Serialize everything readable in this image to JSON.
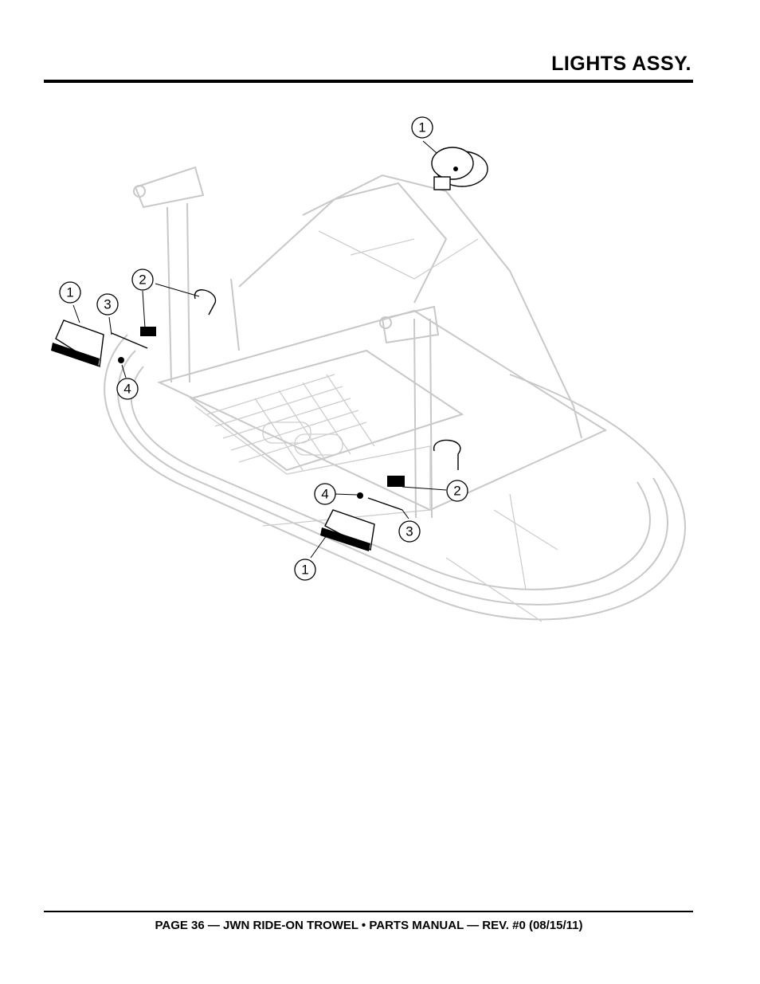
{
  "header": {
    "title": "LIGHTS ASSY."
  },
  "footer": {
    "text": "PAGE 36 — JWN RIDE-ON TROWEL • PARTS MANUAL — REV. #0 (08/15/11)"
  },
  "callouts": [
    "1",
    "2",
    "3",
    "4",
    "1",
    "2",
    "3",
    "4",
    "1"
  ]
}
